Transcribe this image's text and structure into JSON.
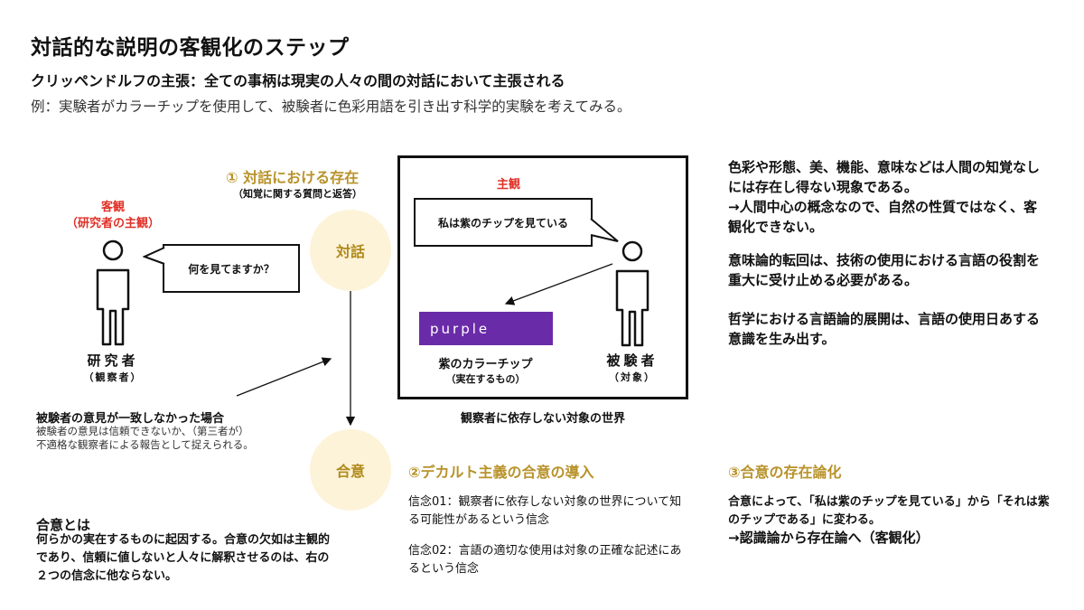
{
  "header": {
    "title": "対話的な説明の客観化のステップ",
    "subtitle": "クリッペンドルフの主張：全ての事柄は現実の人々の間の対話において主張される",
    "example": "例：実験者がカラーチップを使用して、被験者に色彩用語を引き出す科学的実験を考えてみる。"
  },
  "researcher": {
    "objective_label": "客観",
    "objective_sub": "（研究者の主観）",
    "name": "研究者",
    "role": "（観察者）",
    "speech": "何を見てますか？"
  },
  "step1": {
    "title": "① 対話における存在",
    "sub": "（知覚に関する質問と返答）",
    "circle": "対話"
  },
  "world_box": {
    "subjective_label": "主観",
    "speech": "私は紫のチップを見ている",
    "chip_text": "purple",
    "chip_label": "紫のカラーチップ",
    "chip_sub": "（実在するもの）",
    "subject_name": "被験者",
    "subject_role": "（対象）",
    "caption": "観察者に依存しない対象の世界"
  },
  "right_notes": {
    "p1": "色彩や形態、美、機能、意味などは人間の知覚なしには存在し得ない現象である。\n→人間中心の概念なので、自然の性質ではなく、客観化できない。",
    "p2": "意味論的転回は、技術の使用における言語の役割を重大に受け止める必要がある。",
    "p3": "哲学における言語論的展開は、言語の使用日あする意識を生み出す。"
  },
  "disagreement": {
    "title": "被験者の意見が一致しなかった場合",
    "body": "被験者の意見は信頼できないか、（第三者が）不適格な観察者による報告として捉えられる。"
  },
  "consensus": {
    "circle": "合意",
    "title": "合意とは",
    "body": "何らかの実在するものに起因する。合意の欠如は主観的であり、信頼に値しないと人々に解釈させるのは、右の２つの信念に他ならない。"
  },
  "step2": {
    "title": "②デカルト主義の合意の導入",
    "belief1": "信念01：観察者に依存しない対象の世界について知る可能性があるという信念",
    "belief2": "信念02：言語の適切な使用は対象の正確な記述にあるという信念"
  },
  "step3": {
    "title": "③合意の存在論化",
    "body": "合意によって、「私は紫のチップを見ている」から「それは紫のチップである」に変わる。",
    "arrow_line": "→認識論から存在論へ（客観化）"
  },
  "colors": {
    "gold": "#b8922a",
    "red": "#e03027",
    "chip": "#6a2ba8",
    "circle_fill": "#fdf3d8"
  }
}
